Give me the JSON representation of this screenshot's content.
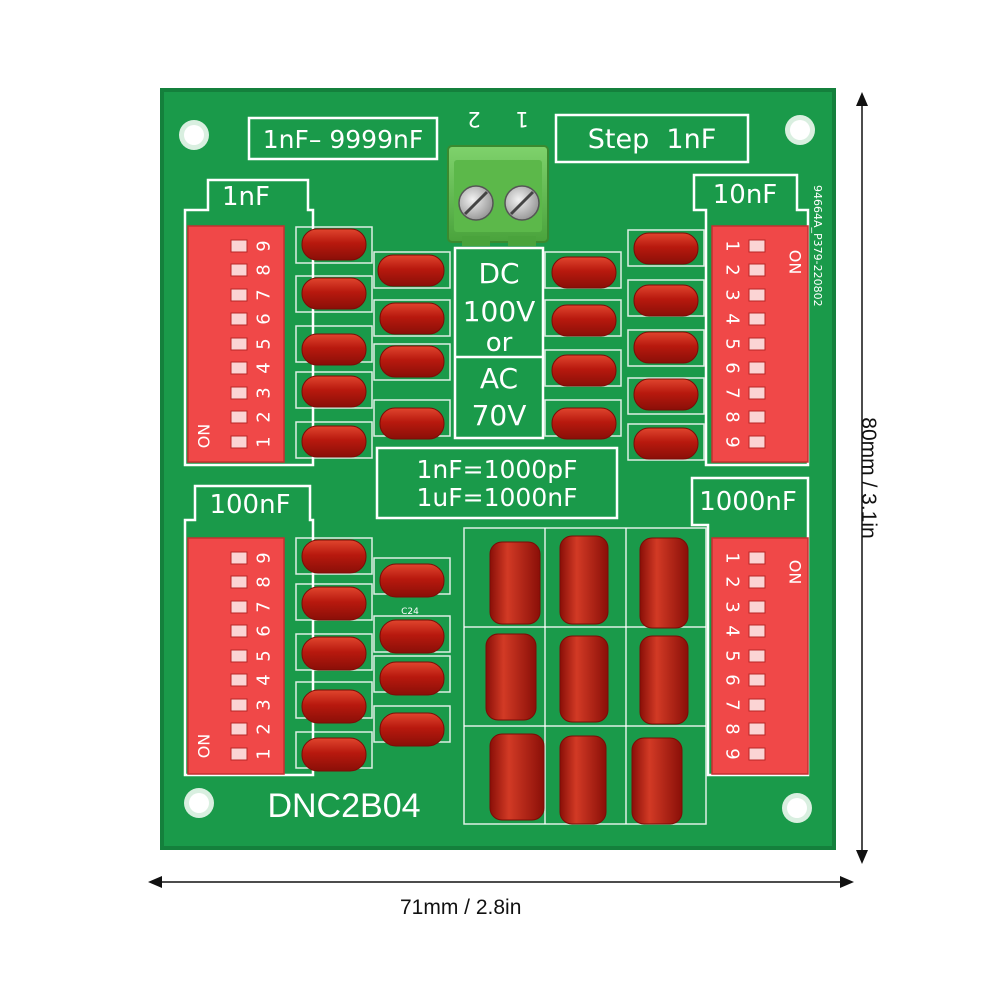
{
  "board": {
    "range_label": "1nF– 9999nF",
    "step_label": "Step  1nF",
    "model_label": "DNC2B04",
    "serial_label": "94664A_P379-220802",
    "silk_c24": "C24",
    "terminal_pins": [
      "1",
      "2"
    ],
    "rating_lines": [
      "DC",
      "100V",
      "or",
      "AC",
      "70V"
    ],
    "conversion_lines": [
      "1nF=1000pF",
      "1uF=1000nF"
    ],
    "banks": [
      {
        "label": "1nF",
        "on_label": "ON",
        "numbers": [
          "1",
          "2",
          "3",
          "4",
          "5",
          "6",
          "7",
          "8",
          "9"
        ]
      },
      {
        "label": "10nF",
        "on_label": "ON",
        "numbers": [
          "1",
          "2",
          "3",
          "4",
          "5",
          "6",
          "7",
          "8",
          "9"
        ]
      },
      {
        "label": "100nF",
        "on_label": "ON",
        "numbers": [
          "1",
          "2",
          "3",
          "4",
          "5",
          "6",
          "7",
          "8",
          "9"
        ]
      },
      {
        "label": "1000nF",
        "on_label": "ON",
        "numbers": [
          "1",
          "2",
          "3",
          "4",
          "5",
          "6",
          "7",
          "8",
          "9"
        ]
      }
    ]
  },
  "dimensions": {
    "height_label": "80mm / 3.1in",
    "width_label": "71mm / 2.8in"
  },
  "colors": {
    "pcb": "#1a9a4a",
    "silk": "#ffffff",
    "dip_switch": "#f04848",
    "capacitor": "#b8190e",
    "terminal": "#6cc45a"
  }
}
